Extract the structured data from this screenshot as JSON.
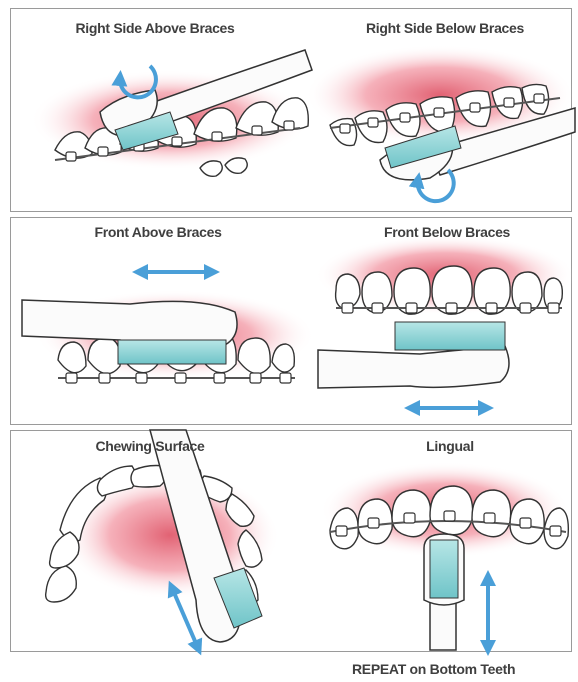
{
  "steps": [
    {
      "caption": "Right Side Above Braces",
      "motion": "circular"
    },
    {
      "caption": "Right Side Below Braces",
      "motion": "circular"
    },
    {
      "caption": "Front Above Braces",
      "motion": "horizontal"
    },
    {
      "caption": "Front Below Braces",
      "motion": "horizontal"
    },
    {
      "caption": "Chewing Surface",
      "motion": "diagonal"
    },
    {
      "caption": "Lingual",
      "motion": "vertical"
    }
  ],
  "footer": "REPEAT on Bottom Teeth",
  "colors": {
    "gum": "#f2a3ad",
    "gum_dark": "#d9606e",
    "tooth": "#ffffff",
    "outline": "#333333",
    "bristle": "#8fd4d6",
    "arrow": "#4a9fd8",
    "brush": "#fbfbfb"
  },
  "icons": [
    "circular-arrow-icon",
    "double-arrow-icon",
    "toothbrush-icon",
    "braces-icon"
  ]
}
